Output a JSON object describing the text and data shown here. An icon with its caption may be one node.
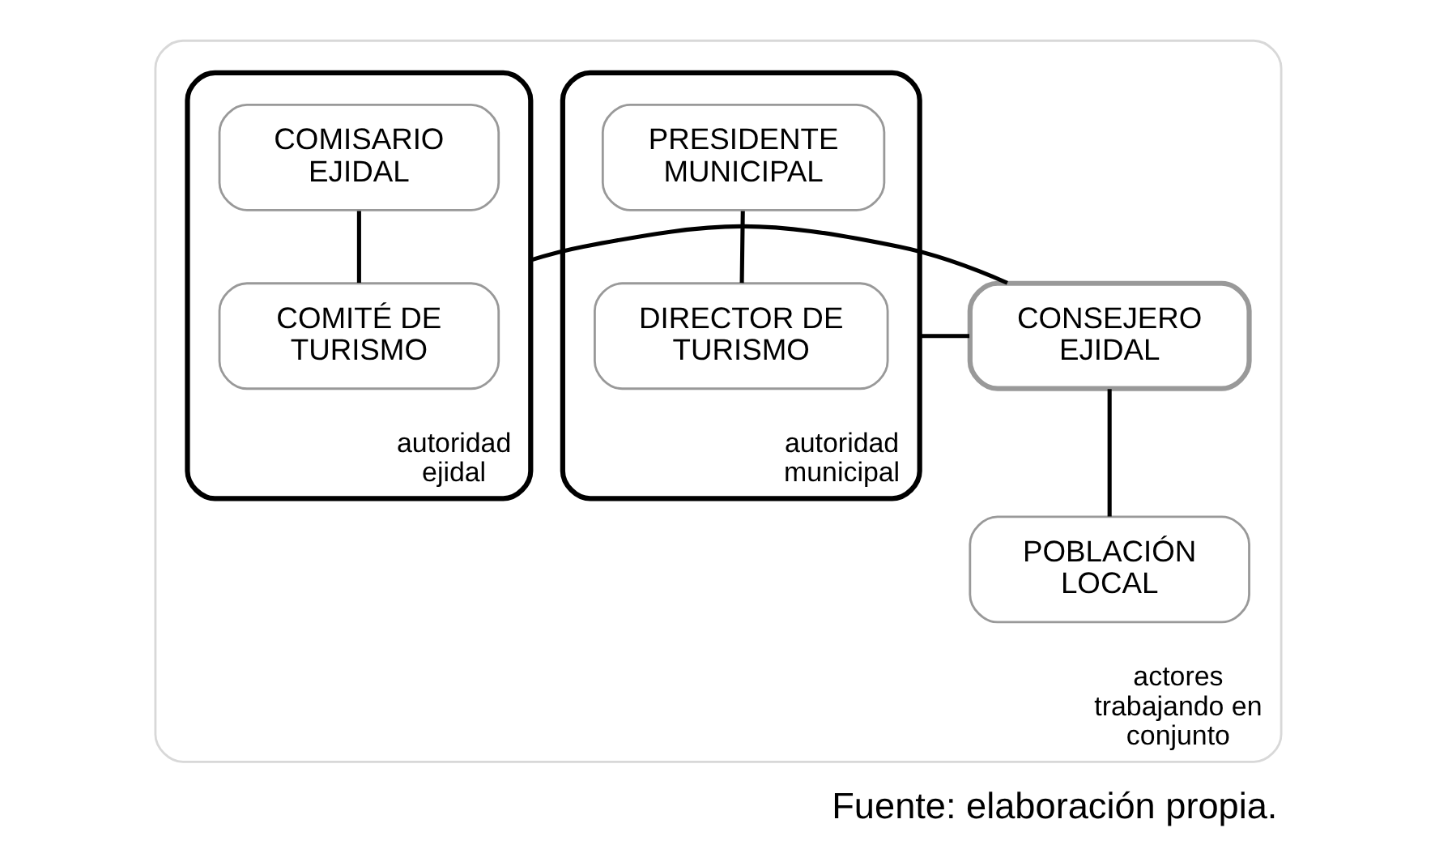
{
  "diagram": {
    "caption": "Fuente: elaboración propia.",
    "nodes": [
      {
        "text": [
          "actores trabajando en conjunto"
        ]
      },
      {
        "text": [
          "autoridad municipal"
        ],
        "in": 0
      },
      {
        "text": [
          "PRESIDENTE MUNICIPAL"
        ],
        "in": 1
      },
      {
        "text": [
          "DIRECTOR DE TURISMO"
        ],
        "in": 1
      },
      {
        "text": [
          "CONSEJERO EJIDAL"
        ],
        "in": 0
      },
      {
        "text": [
          "POBLACIÓN LOCAL"
        ],
        "in": 0
      },
      {
        "text": [
          "autoridad ejidal"
        ],
        "in": 0
      },
      {
        "text": [
          "COMISARIO EJIDAL"
        ],
        "in": 6
      },
      {
        "text": [
          "COMITÉ DE TURISMO"
        ],
        "in": 6
      }
    ],
    "edges": [
      {
        "from": 2,
        "to": 3,
        "arrow": "none"
      },
      {
        "from": 1,
        "to": 4,
        "arrow": "none"
      },
      {
        "from": 4,
        "to": 6,
        "arrow": "none"
      },
      {
        "from": 4,
        "to": 5,
        "arrow": "none"
      },
      {
        "from": 7,
        "to": 8,
        "arrow": "none"
      }
    ]
  }
}
